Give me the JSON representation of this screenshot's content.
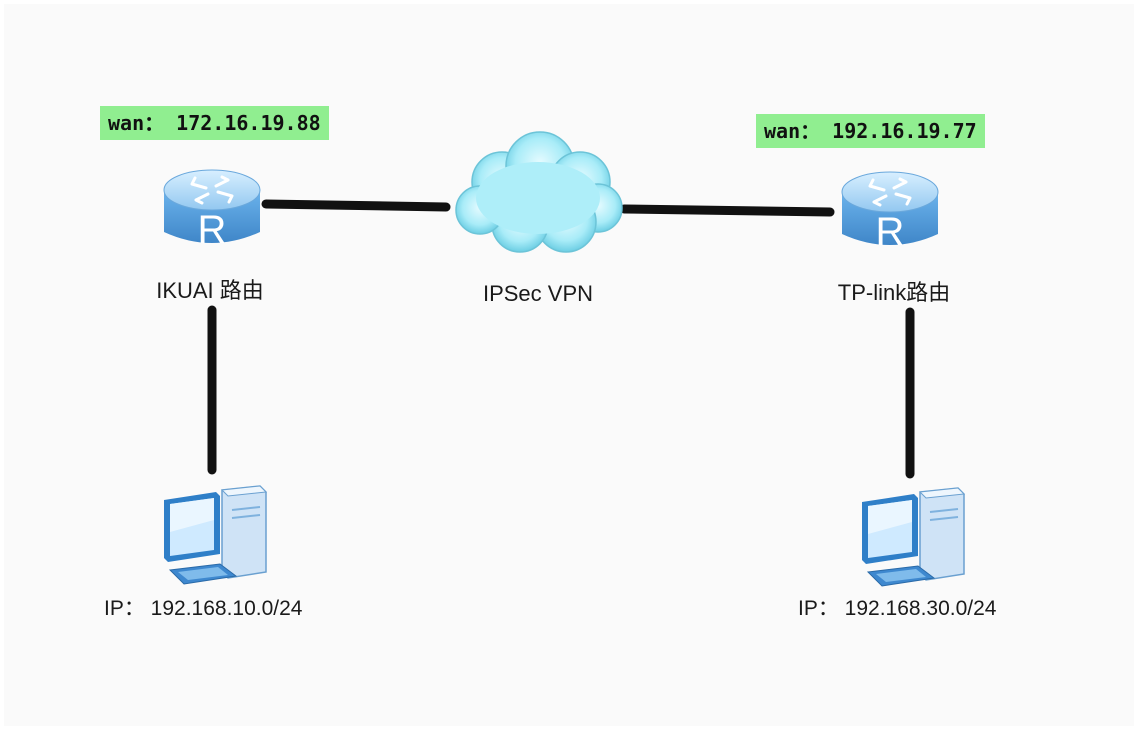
{
  "diagram": {
    "colors": {
      "wan_background": "#90ee90",
      "link_line": "#111111",
      "router_body": "#4f9bd9",
      "cloud": "#a9ecf8"
    },
    "left": {
      "wan_label": "wan： 172.16.19.88",
      "router_name": "IKUAI 路由",
      "router_icon": "router-icon",
      "pc_icon": "computer-icon",
      "ip_label": "IP： 192.168.10.0/24"
    },
    "center": {
      "vpn_label": "IPSec VPN",
      "cloud_icon": "cloud-icon"
    },
    "right": {
      "wan_label": "wan： 192.16.19.77",
      "router_name": "TP-link路由",
      "router_icon": "router-icon",
      "pc_icon": "computer-icon",
      "ip_label": "IP： 192.168.30.0/24"
    }
  }
}
